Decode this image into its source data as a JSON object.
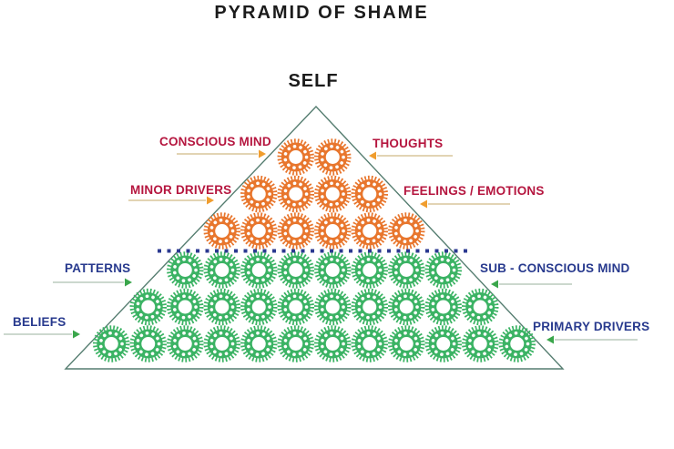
{
  "title": "PYRAMID OF SHAME",
  "apex_label": "SELF",
  "labels": {
    "conscious_mind": {
      "text": "CONSCIOUS MIND",
      "side": "left",
      "section": "upper"
    },
    "thoughts": {
      "text": "THOUGHTS",
      "side": "right",
      "section": "upper"
    },
    "minor_drivers": {
      "text": "MINOR DRIVERS",
      "side": "left",
      "section": "upper"
    },
    "feelings_emotions": {
      "text": "FEELINGS / EMOTIONS",
      "side": "right",
      "section": "upper"
    },
    "patterns": {
      "text": "PATTERNS",
      "side": "left",
      "section": "lower"
    },
    "sub_conscious_mind": {
      "text": "SUB - CONSCIOUS MIND",
      "side": "right",
      "section": "lower"
    },
    "beliefs": {
      "text": "BELIEFS",
      "side": "left",
      "section": "lower"
    },
    "primary_drivers": {
      "text": "PRIMARY DRIVERS",
      "side": "right",
      "section": "lower"
    }
  },
  "pyramid": {
    "upper_rows_gear_counts": [
      2,
      4,
      6
    ],
    "lower_rows_gear_counts": [
      8,
      10,
      12
    ],
    "total_gears": 42,
    "divider": "dotted line between conscious and sub-conscious sections"
  },
  "icons": {
    "gear": "gear-icon"
  },
  "colors": {
    "title_text": "#1b1b1b",
    "upper_label_text": "#b5163f",
    "lower_label_text": "#283a8e",
    "upper_arrow_line": "#d9c59b",
    "upper_arrow_head": "#f09d2e",
    "lower_arrow_line": "#bccbbd",
    "lower_arrow_head": "#3aa64b",
    "triangle_outline": "#557d70",
    "divider_dots": "#2b3990",
    "upper_gear_gradient": [
      "#e8762d",
      "#c43a26",
      "#8e1b24"
    ],
    "lower_gear_gradient": [
      "#3bb364",
      "#2d9c80",
      "#2e6fa8",
      "#2c3f8e"
    ]
  }
}
